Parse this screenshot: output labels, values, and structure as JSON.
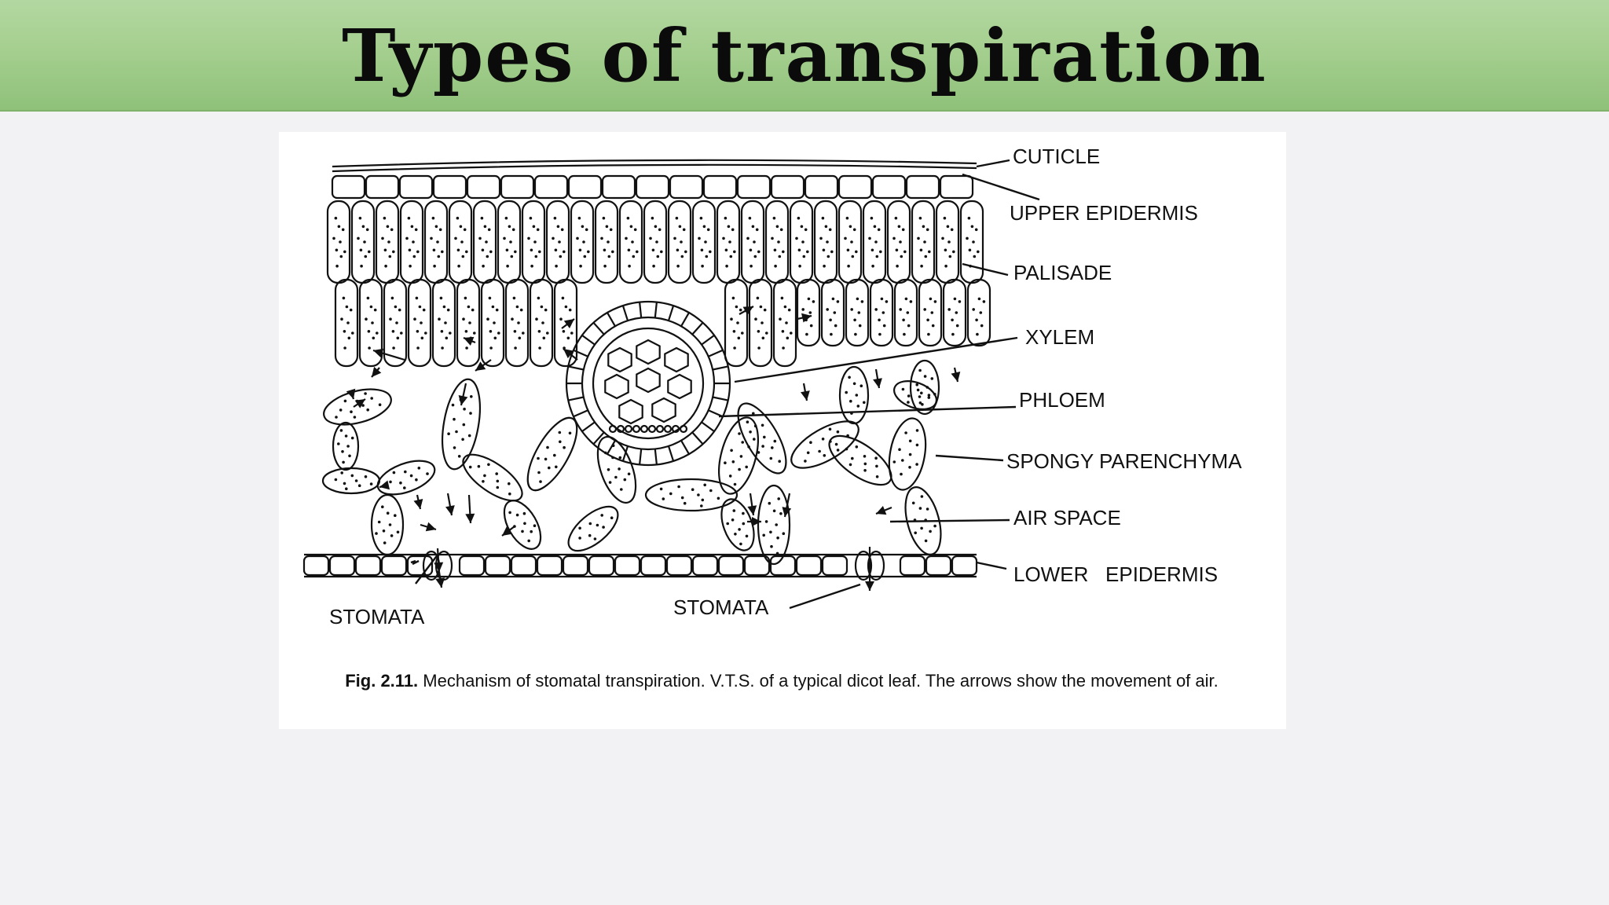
{
  "slide": {
    "title": "Types of transpiration"
  },
  "figure": {
    "labels": {
      "cuticle": "CUTICLE",
      "upper_epidermis": "UPPER EPIDERMIS",
      "palisade": "PALISADE",
      "xylem": "XYLEM",
      "phloem": "PHLOEM",
      "spongy_parenchyma": "SPONGY PARENCHYMA",
      "air_space": "AIR SPACE",
      "lower_epidermis": "LOWER   EPIDERMIS",
      "stomata_left": "STOMATA",
      "stomata_right": "STOMATA"
    },
    "caption": {
      "fig_number": "Fig. 2.11.",
      "text": " Mechanism of stomatal transpiration. V.T.S. of a typical dicot leaf. The arrows show the movement of air."
    },
    "line_color": "#111111"
  }
}
